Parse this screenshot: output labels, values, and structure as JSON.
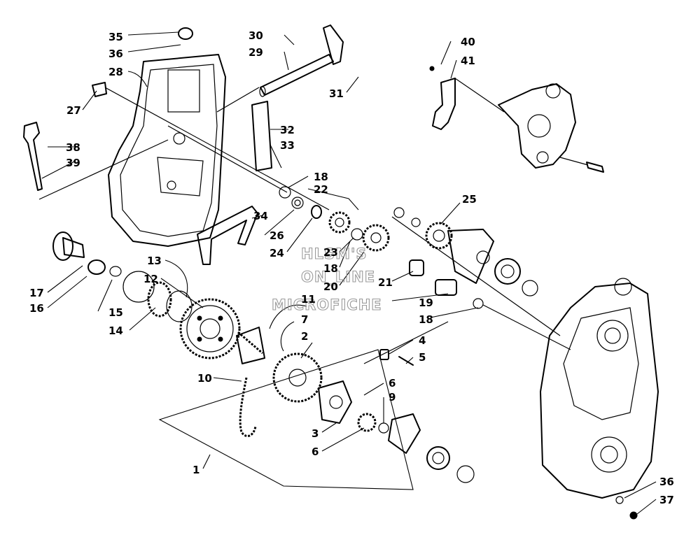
{
  "watermark": {
    "line1": "HLSM'S",
    "line2": "ON_LINE",
    "line3": "MICROFICHE"
  },
  "callouts": {
    "c1": "1",
    "c2": "2",
    "c3": "3",
    "c4": "4",
    "c5": "5",
    "c6a": "6",
    "c6b": "6",
    "c7": "7",
    "c9": "9",
    "c10": "10",
    "c11": "11",
    "c12": "12",
    "c13": "13",
    "c14": "14",
    "c15": "15",
    "c16": "16",
    "c17": "17",
    "c18a": "18",
    "c18b": "18",
    "c18c": "18",
    "c19": "19",
    "c20": "20",
    "c21": "21",
    "c22": "22",
    "c23": "23",
    "c24": "24",
    "c25": "25",
    "c26": "26",
    "c27": "27",
    "c28": "28",
    "c29": "29",
    "c30": "30",
    "c31": "31",
    "c32": "32",
    "c33": "33",
    "c34": "34",
    "c35": "35",
    "c36a": "36",
    "c36b": "36",
    "c37": "37",
    "c38": "38",
    "c39": "39",
    "c40": "40",
    "c41": "41"
  }
}
